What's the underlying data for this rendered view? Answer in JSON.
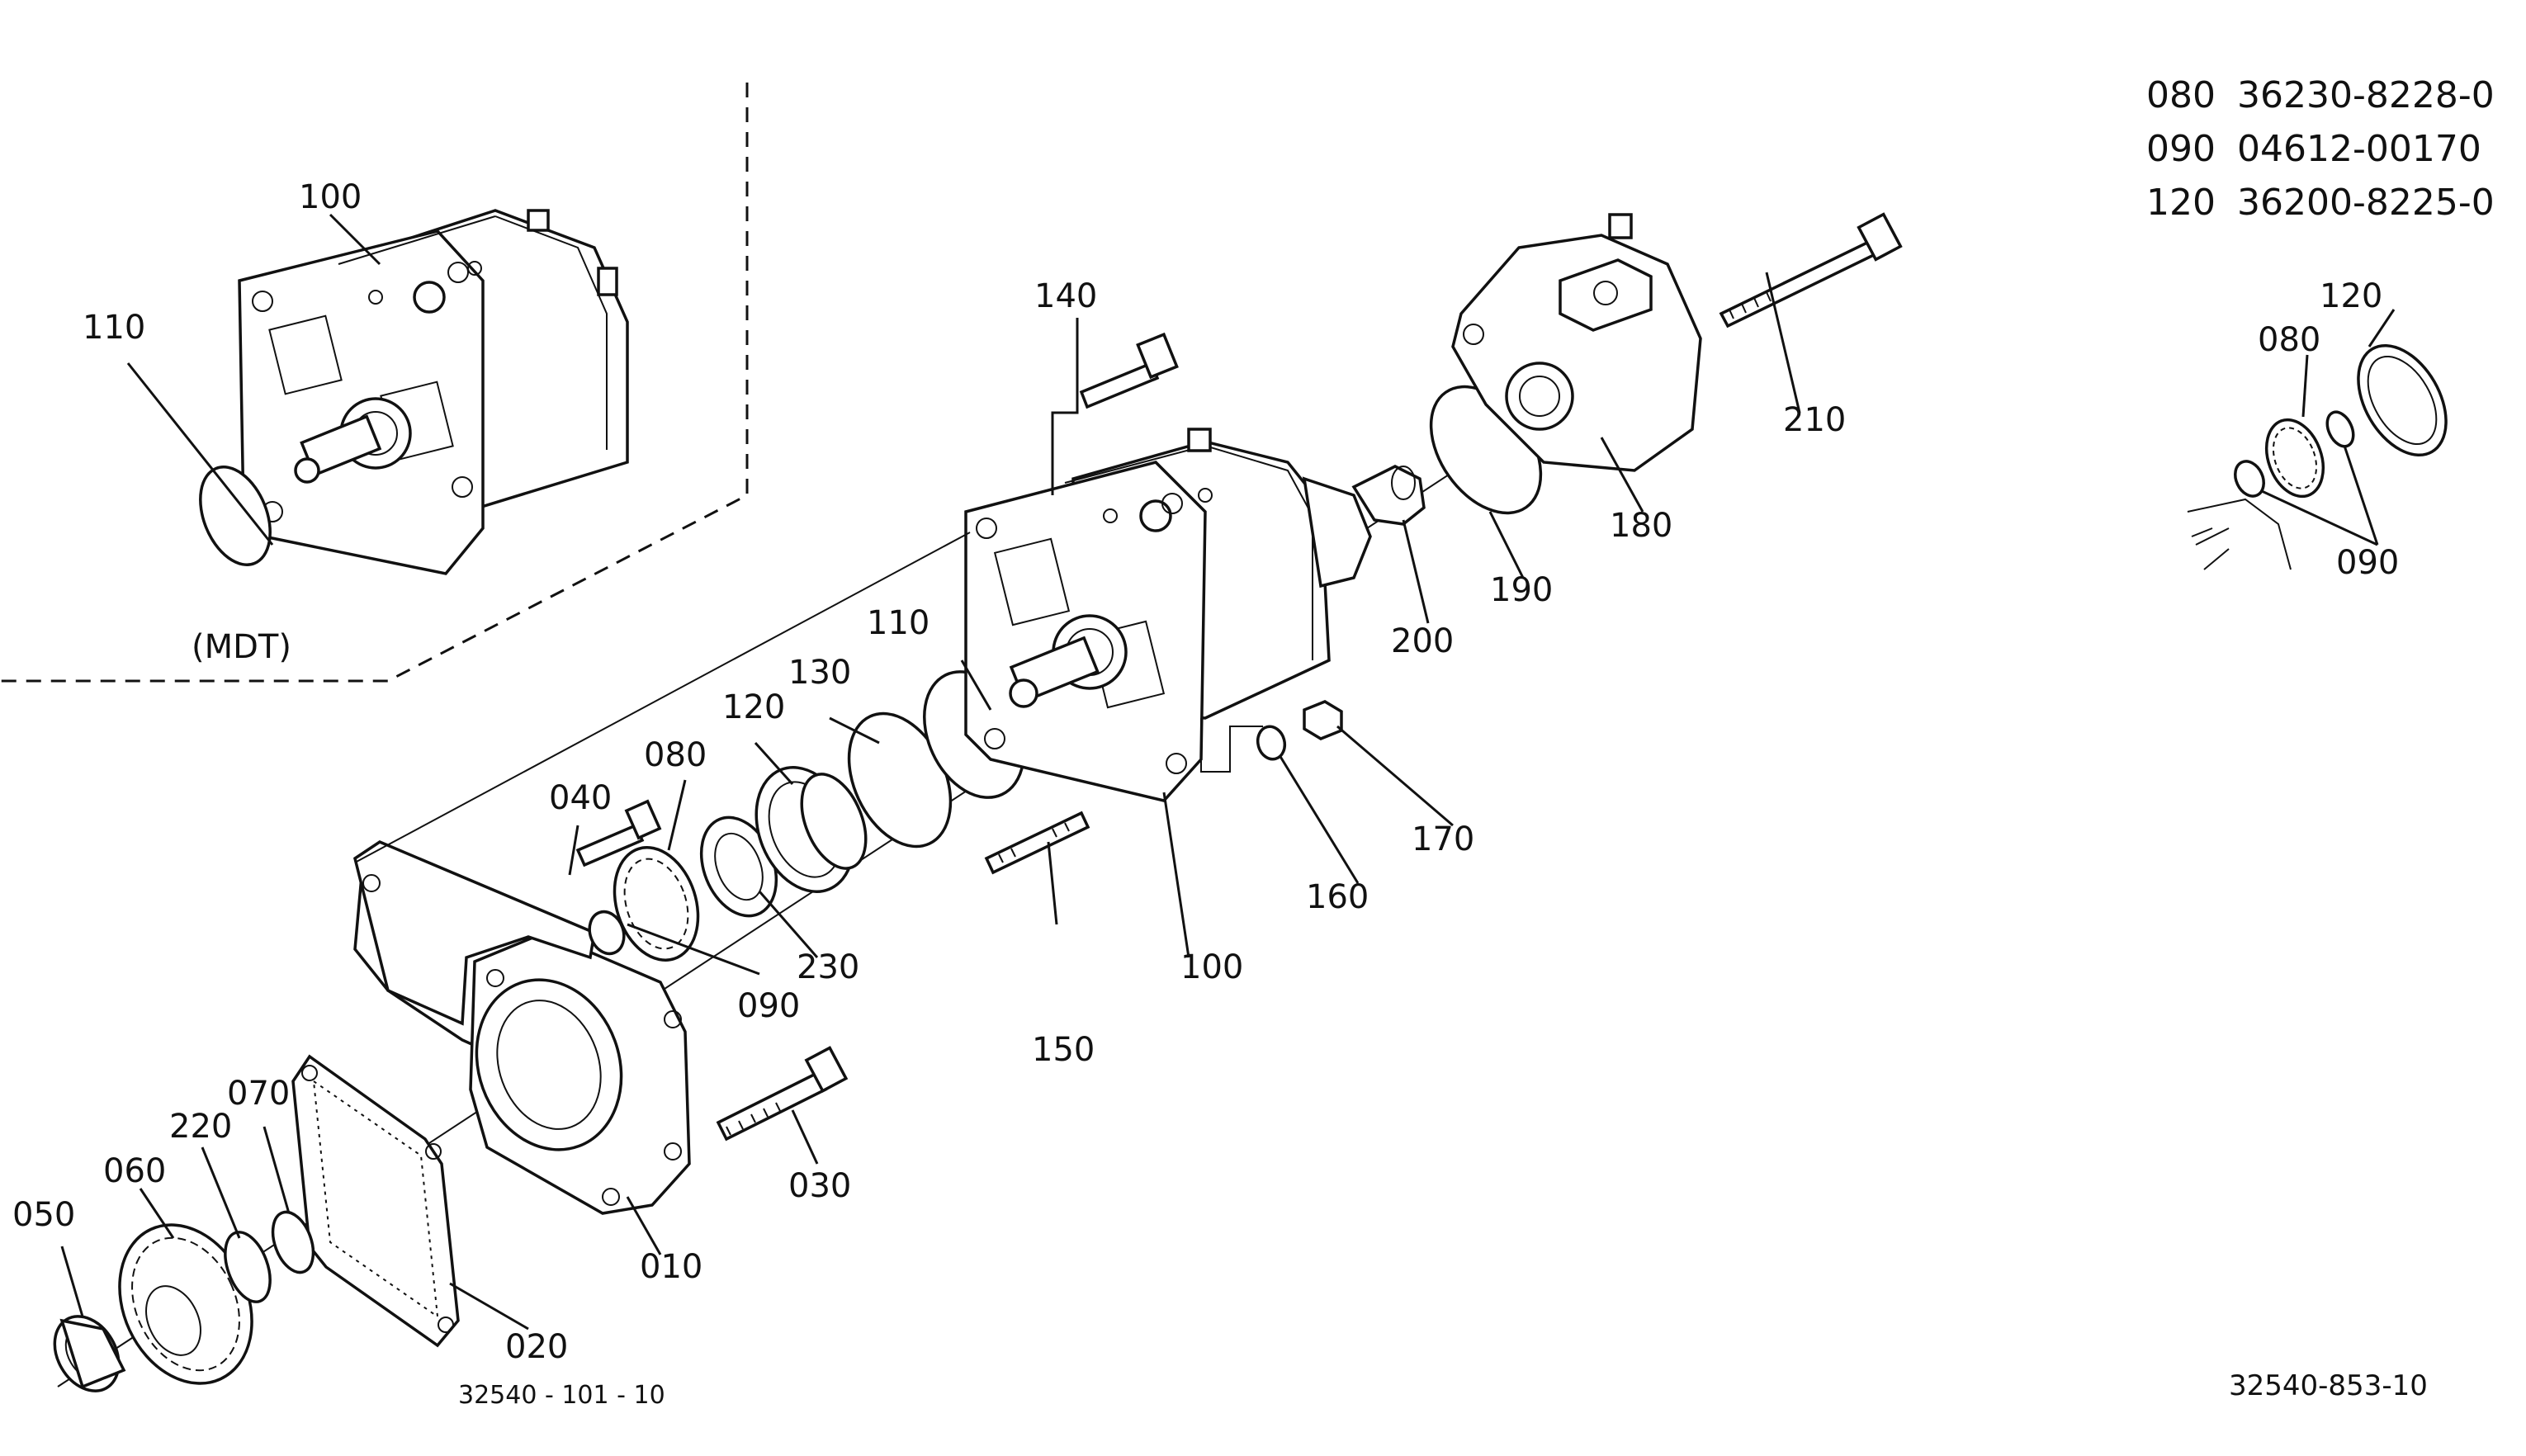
{
  "inset_label": "(MDT)",
  "callouts": {
    "c100_inset": "100",
    "c110_inset": "110",
    "c140": "140",
    "c210": "210",
    "c180": "180",
    "c190": "190",
    "c200": "200",
    "c110": "110",
    "c130": "130",
    "c120": "120",
    "c080": "080",
    "c040": "040",
    "c090": "090",
    "c230": "230",
    "c150": "150",
    "c100": "100",
    "c160": "160",
    "c170": "170",
    "c030": "030",
    "c010": "010",
    "c020": "020",
    "c050": "050",
    "c060": "060",
    "c220": "220",
    "c070": "070",
    "d120": "120",
    "d080": "080",
    "d090": "090"
  },
  "parts_list": [
    {
      "ref": "080",
      "part_no": "36230-8228-0"
    },
    {
      "ref": "090",
      "part_no": "04612-00170"
    },
    {
      "ref": "120",
      "part_no": "36200-8225-0"
    }
  ],
  "drawing_numbers": {
    "main": "32540 - 101 - 10",
    "corner": "32540-853-10"
  }
}
